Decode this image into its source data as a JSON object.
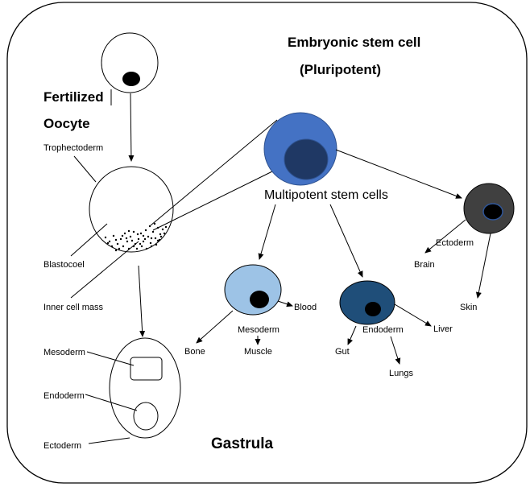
{
  "title_line1": "Embryonic stem cell",
  "title_line2": "(Pluripotent)",
  "fertilized_line1": "Fertilized",
  "fertilized_line2": "Oocyte",
  "trophectoderm": "Trophectoderm",
  "blastocoel": "Blastocoel",
  "inner_cell_mass": "Inner cell mass",
  "gastrula_layers": {
    "mesoderm": "Mesoderm",
    "endoderm": "Endoderm",
    "ectoderm": "Ectoderm"
  },
  "gastrula": "Gastrula",
  "multipotent": "Multipotent stem cells",
  "mesoderm_branch": {
    "label": "Mesoderm",
    "blood": "Blood",
    "bone": "Bone",
    "muscle": "Muscle"
  },
  "endoderm_branch": {
    "label": "Endoderm",
    "liver": "Liver",
    "gut": "Gut",
    "lungs": "Lungs"
  },
  "ectoderm_branch": {
    "label": "Ectoderm",
    "brain": "Brain",
    "skin": "Skin"
  },
  "colors": {
    "stem_outer": "#4472c4",
    "stem_nucleus": "#1f3864",
    "mesoderm_cell": "#9dc3e6",
    "endoderm_cell": "#1f4e79",
    "ectoderm_cell": "#404040",
    "ectoderm_nucleus": "#000000"
  }
}
